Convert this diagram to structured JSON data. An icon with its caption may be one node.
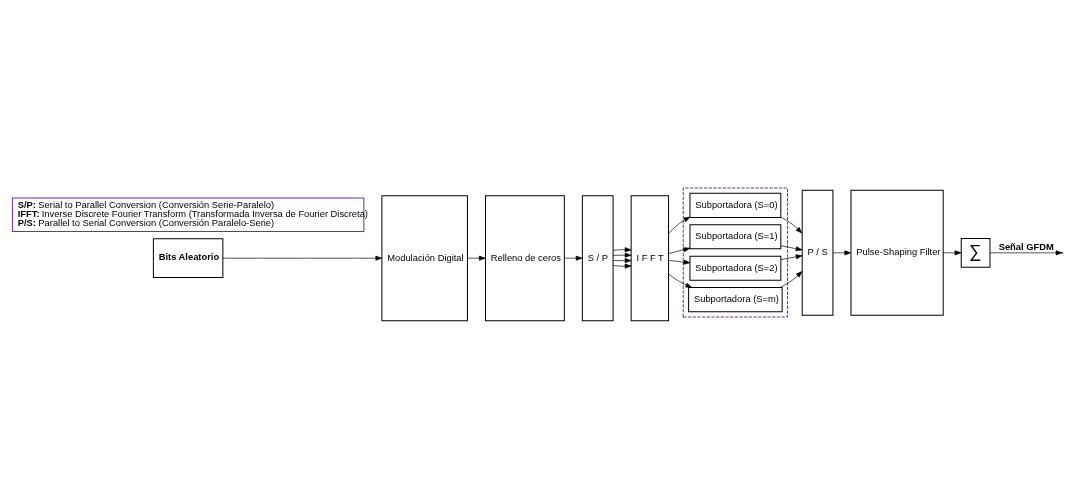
{
  "diagram": {
    "nodes": [
      {
        "text": [
          "Bits Aleatorio"
        ]
      },
      {
        "text": [
          "Modulación Digital"
        ]
      },
      {
        "text": [
          "Relleno de ceros"
        ]
      },
      {
        "text": [
          "S / P"
        ]
      },
      {
        "text": [
          "I F F T"
        ]
      },
      {
        "text": [],
        "shape": "box"
      },
      {
        "text": [
          "Subportadora (S=0)"
        ],
        "in": 5
      },
      {
        "text": [
          "Subportadora (S=1)"
        ],
        "in": 5
      },
      {
        "text": [
          "Subportadora (S=2)"
        ],
        "in": 5
      },
      {
        "text": [
          "Subportadora (S=m)"
        ],
        "in": 5
      },
      {
        "text": [
          "P / S"
        ]
      },
      {
        "text": [
          "Pulse-Shaping Filter"
        ]
      },
      {
        "text": [
          "∑"
        ]
      },
      {
        "text": [
          "**S/P:** Serial to Parallel Conversion (Conversión Serie-Paralelo)",
          "**IFFT:** Inverse Discrete Fourier Transform (Transformada Inversa de Fourier Discreta)",
          "**P/S:** Parallel to Serial Conversion (Conversión Paralelo-Serie)"
        ]
      }
    ],
    "edges": [
      {
        "from": 0,
        "to": 1,
        "arrow": "to"
      },
      {
        "from": 1,
        "to": 2,
        "arrow": "to"
      },
      {
        "from": 2,
        "to": 3,
        "arrow": "to"
      },
      {
        "from": 3,
        "to": 4,
        "arrow": "to"
      },
      {
        "from": 3,
        "to": 4,
        "arrow": "to"
      },
      {
        "from": 3,
        "to": 4,
        "arrow": "to"
      },
      {
        "from": 3,
        "to": 4,
        "arrow": "to"
      },
      {
        "from": 4,
        "to": 6,
        "arrow": "to"
      },
      {
        "from": 4,
        "to": 7,
        "arrow": "to"
      },
      {
        "from": 4,
        "to": 8,
        "arrow": "to"
      },
      {
        "from": 4,
        "to": 9,
        "arrow": "to"
      },
      {
        "from": 6,
        "to": 10,
        "arrow": "to"
      },
      {
        "from": 7,
        "to": 10,
        "arrow": "to"
      },
      {
        "from": 8,
        "to": 10,
        "arrow": "to"
      },
      {
        "from": 9,
        "to": 10,
        "arrow": "to"
      },
      {
        "from": 10,
        "to": 11,
        "arrow": "to"
      },
      {
        "from": 11,
        "to": 12,
        "arrow": "to"
      },
      {
        "from": 12,
        "to": null,
        "arrow": "to",
        "label": "Señal GFDM"
      }
    ]
  }
}
